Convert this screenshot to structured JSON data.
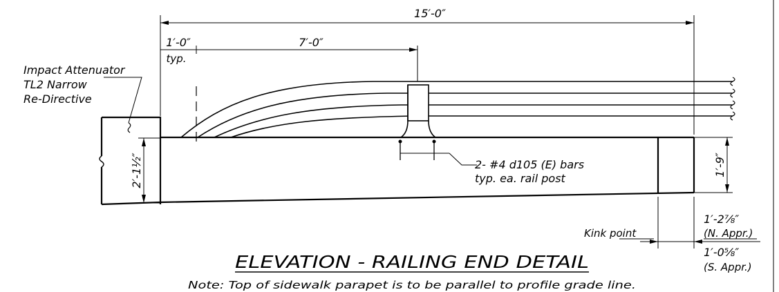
{
  "drawing": {
    "dimensions": {
      "overall_length": "15′-0″",
      "edge_offset": "1′-0″",
      "edge_offset_note": "typ.",
      "post_location": "7′-0″",
      "left_height": "2′-1½″",
      "right_height": "1′-9″",
      "kink_north": "1′-2⅞″",
      "kink_north_note": "(N. Appr.)",
      "kink_south": "1′-0⅝″",
      "kink_south_note": "(S. Appr.)"
    },
    "labels": {
      "attenuator_line1": "Impact Attenuator",
      "attenuator_line2": "TL2 Narrow",
      "attenuator_line3": "Re-Directive",
      "bars_line1": "2- #4 d105 (E) bars",
      "bars_line2": "typ. ea. rail post",
      "kink_point": "Kink point"
    },
    "title": "ELEVATION - RAILING END DETAIL",
    "note": "Note:  Top of sidewalk parapet is to be parallel to profile grade line."
  }
}
